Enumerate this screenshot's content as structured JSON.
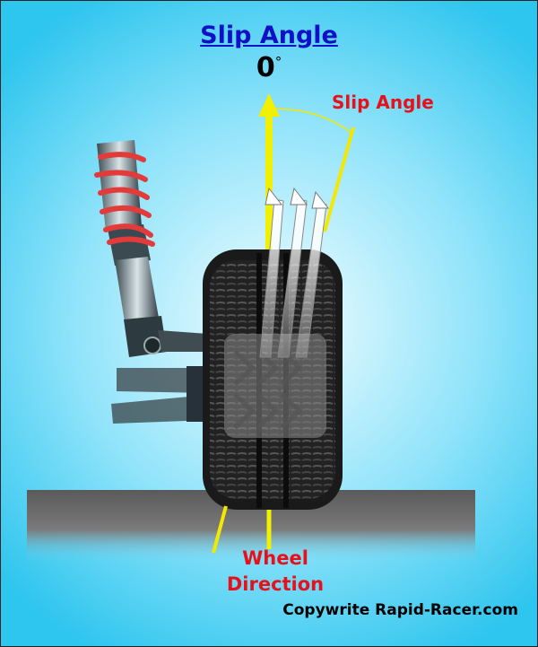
{
  "title": "Slip Angle",
  "angle_value": "0",
  "angle_unit": "°",
  "slip_angle_label": "Slip Angle",
  "wheel_direction_label": "Wheel\nDirection",
  "copyright": "Copywrite Rapid-Racer.com",
  "colors": {
    "background_top": "#6fd8f5",
    "background_center": "#e8fbff",
    "wheel_direction_arrow": "#f0f000",
    "slip_line": "#f5e800",
    "label_red": "#e8101a",
    "title_blue": "#1010c8",
    "tire_dark": "#1a1a1a",
    "spring_red": "#e33a3a",
    "road": "#707070"
  },
  "icons": [
    "tire-icon",
    "shock-absorber-icon",
    "coil-spring-icon",
    "force-arrow-icon"
  ]
}
